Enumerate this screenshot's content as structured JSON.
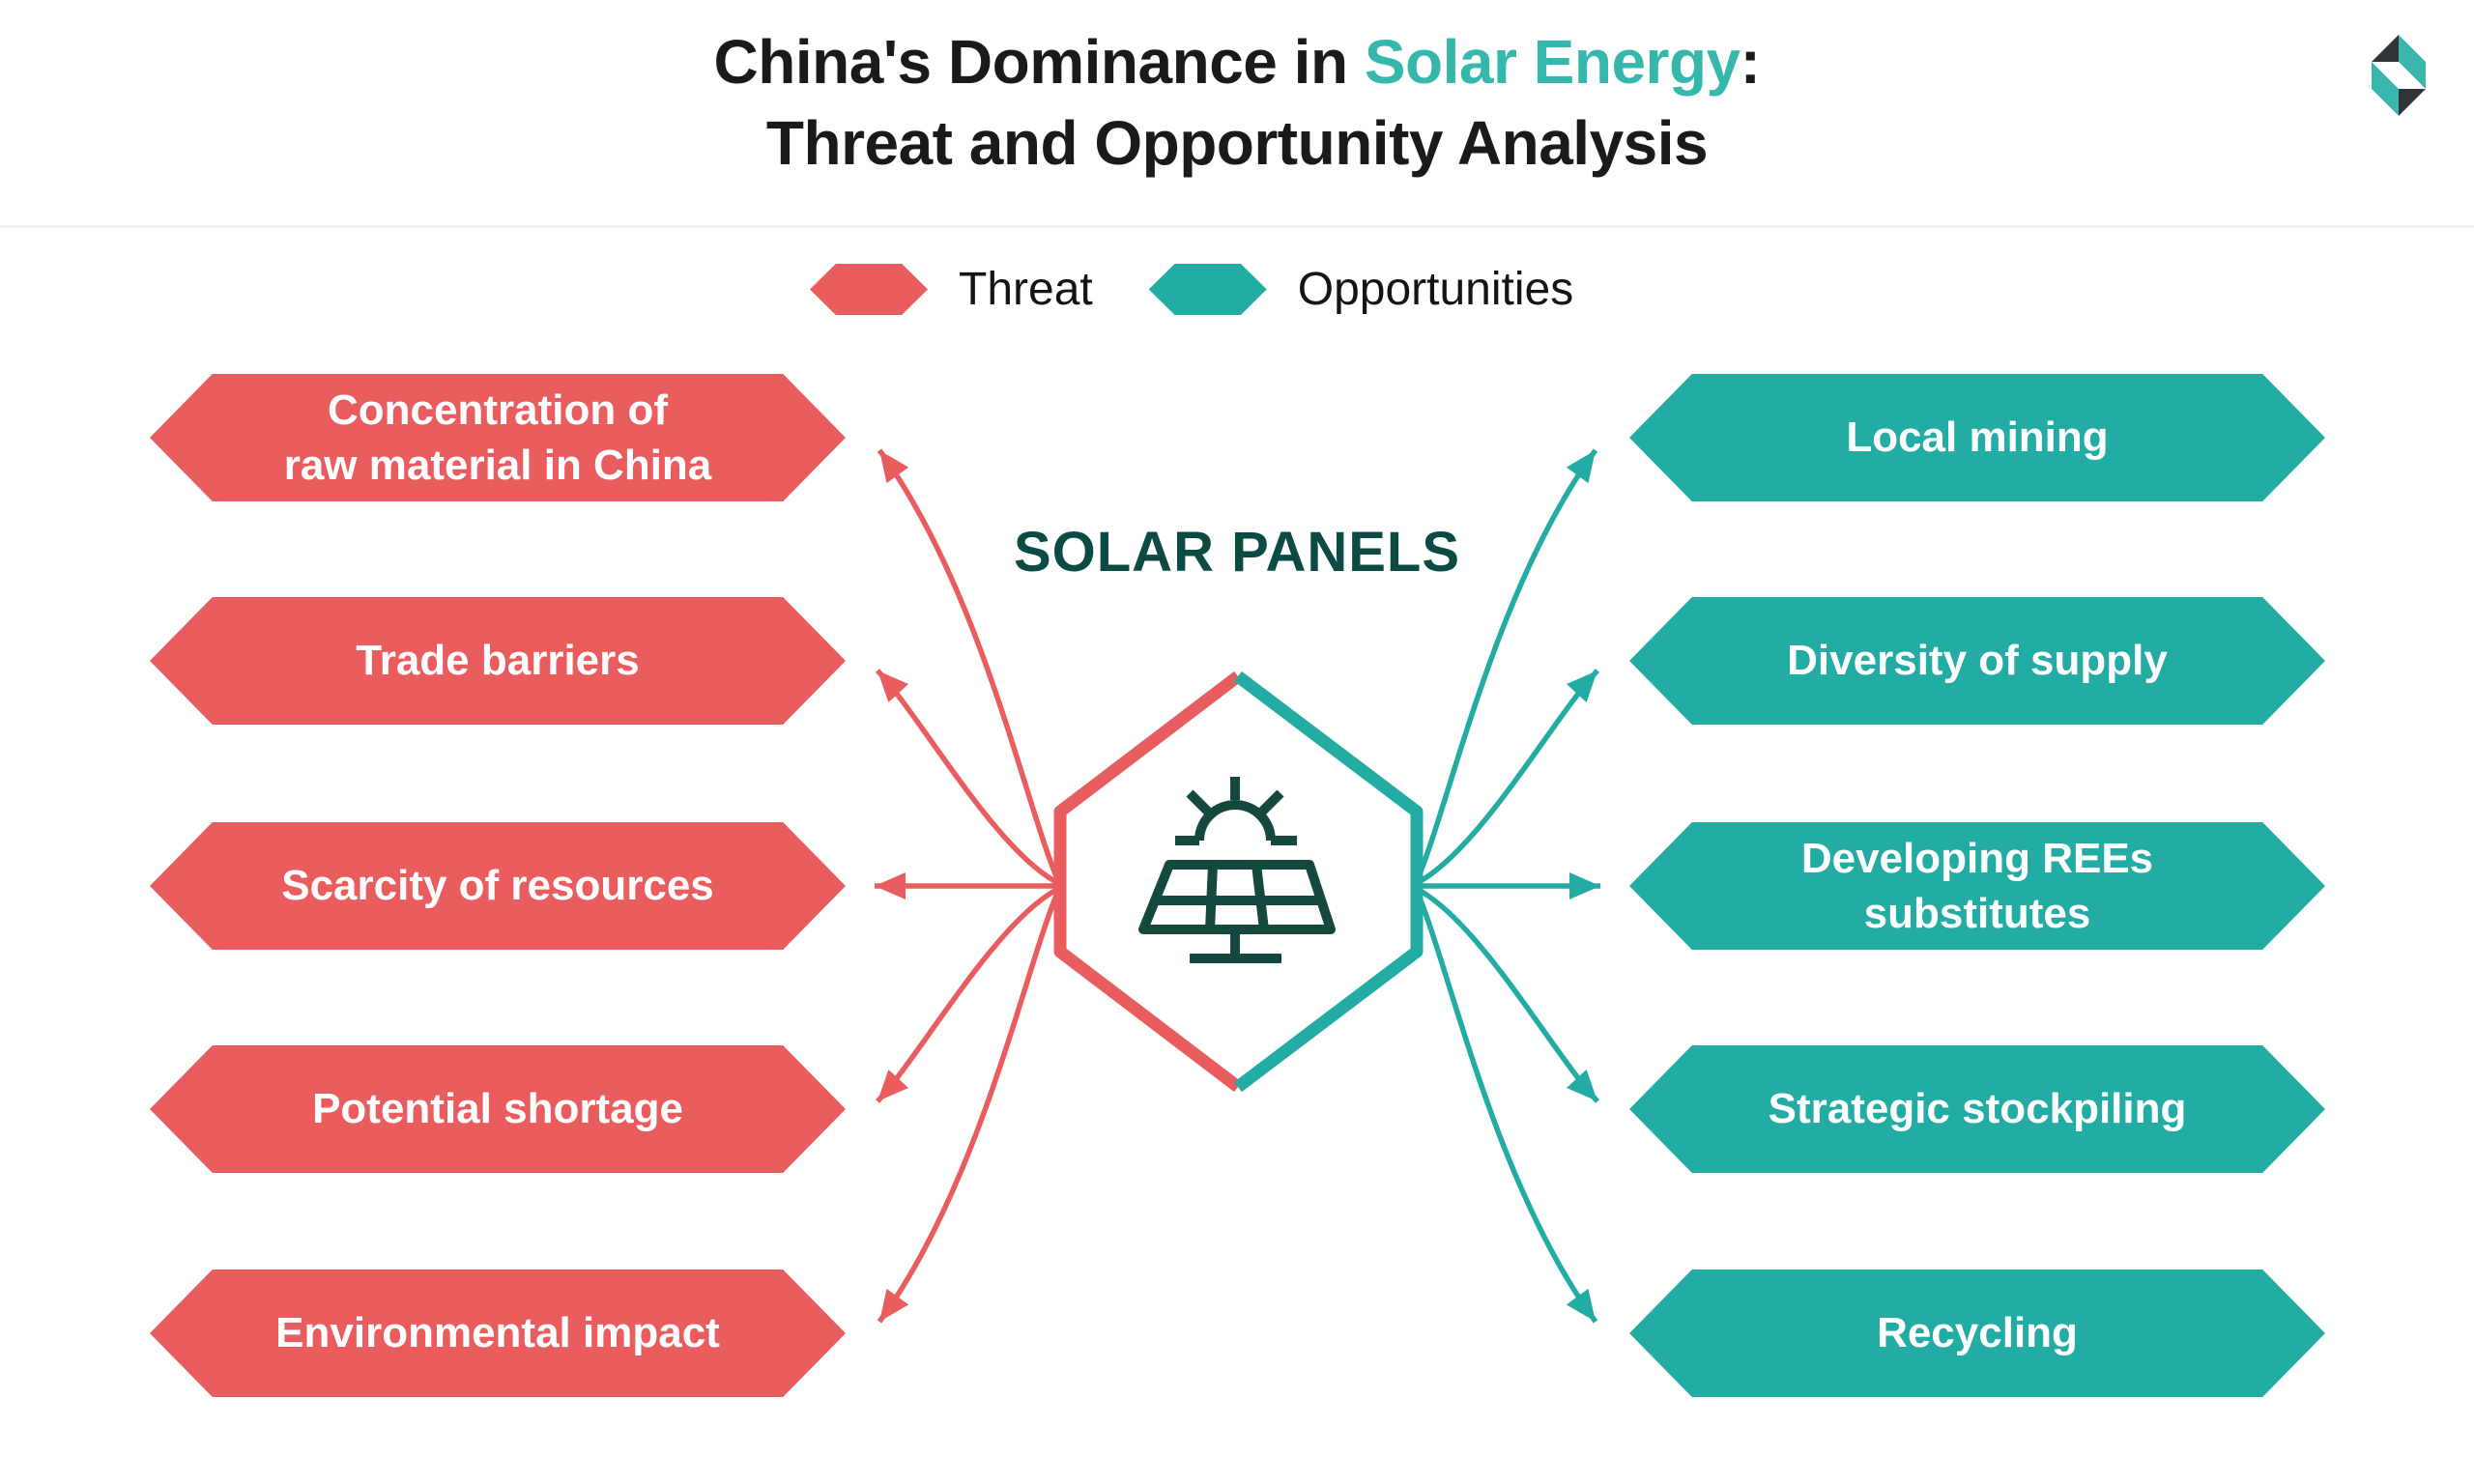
{
  "title": {
    "line1_prefix": "China's Dominance in ",
    "line1_highlight": "Solar Energy",
    "line1_suffix": ":",
    "line2": "Threat and Opportunity Analysis"
  },
  "legend": {
    "threat": "Threat",
    "opportunities": "Opportunities"
  },
  "center": {
    "label": "SOLAR PANELS"
  },
  "threats": [
    [
      "Concentration of",
      "raw material in China"
    ],
    [
      "Trade barriers"
    ],
    [
      "Scarcity of resources"
    ],
    [
      "Potential shortage"
    ],
    [
      "Environmental impact"
    ]
  ],
  "opportunities": [
    [
      "Local mining"
    ],
    [
      "Diversity of supply"
    ],
    [
      "Developing REEs",
      "substitutes"
    ],
    [
      "Strategic stockpiling"
    ],
    [
      "Recycling"
    ]
  ],
  "icons": {
    "center_icon": "solar-panel-sun-icon",
    "logo": "hexagon-cube-logo"
  },
  "colors": {
    "red": "#EA5D5F",
    "teal": "#22ACA3",
    "teal_bright": "#36B7AC",
    "dark_green": "#0C4A44",
    "icon_green": "#15493F",
    "logo_dark": "#2F3438",
    "logo_teal": "#3AB7AD",
    "title_text": "#1A1A1A"
  }
}
